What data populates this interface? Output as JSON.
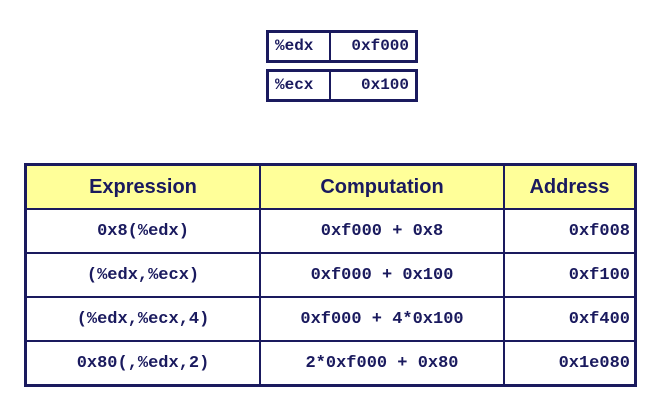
{
  "registers": [
    {
      "name": "%edx",
      "value": "0xf000"
    },
    {
      "name": "%ecx",
      "value": "0x100"
    }
  ],
  "table": {
    "headers": {
      "expression": "Expression",
      "computation": "Computation",
      "address": "Address"
    },
    "rows": [
      {
        "expression": "0x8(%edx)",
        "computation": "0xf000 + 0x8",
        "address": "0xf008"
      },
      {
        "expression": "(%edx,%ecx)",
        "computation": "0xf000 + 0x100",
        "address": "0xf100"
      },
      {
        "expression": "(%edx,%ecx,4)",
        "computation": "0xf000 + 4*0x100",
        "address": "0xf400"
      },
      {
        "expression": "0x80(,%edx,2)",
        "computation": "2*0xf000 + 0x80",
        "address": "0x1e080"
      }
    ]
  },
  "colors": {
    "border": "#1a1a5e",
    "header_bg": "#ffff99",
    "text": "#1a1a5e"
  }
}
